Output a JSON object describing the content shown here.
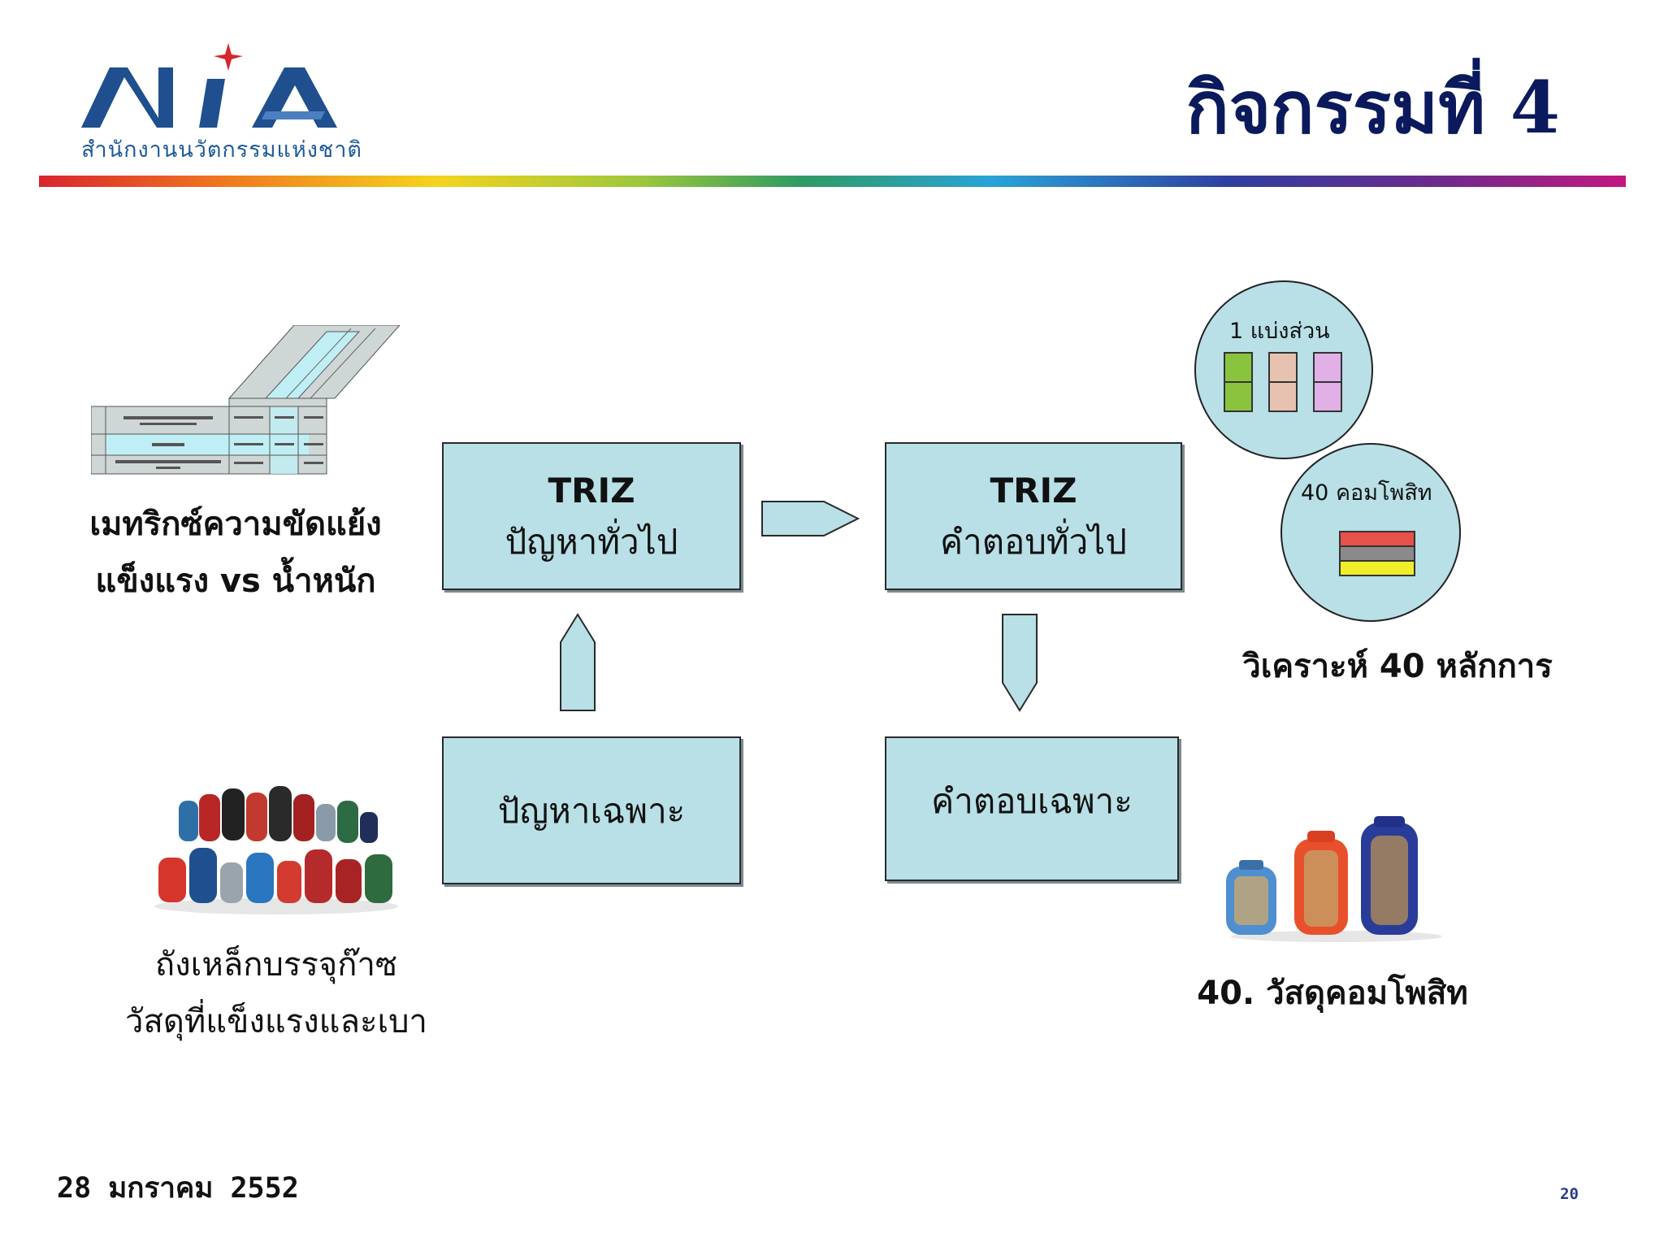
{
  "header": {
    "logo_text": "NIA",
    "logo_subtitle": "สำนักงานนวัตกรรมแห่งชาติ",
    "title": "กิจกรรมที่ 4"
  },
  "diagram": {
    "box_general_problem": {
      "line1": "TRIZ",
      "line2": "ปัญหาทั่วไป"
    },
    "box_general_solution": {
      "line1": "TRIZ",
      "line2": "คำตอบทั่วไป"
    },
    "box_specific_problem": {
      "label": "ปัญหาเฉพาะ"
    },
    "box_specific_solution": {
      "label": "คำตอบเฉพาะ"
    }
  },
  "left_top_caption": {
    "line1": "เมทริกซ์ความขัดแย้ง",
    "line2": "แข็งแรง vs น้ำหนัก"
  },
  "left_bottom_caption": {
    "line1": "ถังเหล็กบรรจุก๊าซ",
    "line2": "วัสดุที่แข็งแรงและเบา"
  },
  "right_circles": {
    "circle1_label": "1 แบ่งส่วน",
    "circle2_label": "40 คอมโพสิท",
    "caption": "วิเคราะห์ 40 หลักการ"
  },
  "right_bottom_caption": "40. วัสดุคอมโพสิท",
  "footer": {
    "date": "28 มกราคม 2552",
    "page": "20"
  },
  "colors": {
    "box_fill": "#b8e0e6",
    "title_color": "#0b1a5c",
    "logo_blue": "#1f4f8f",
    "logo_star": "#d8262f"
  }
}
